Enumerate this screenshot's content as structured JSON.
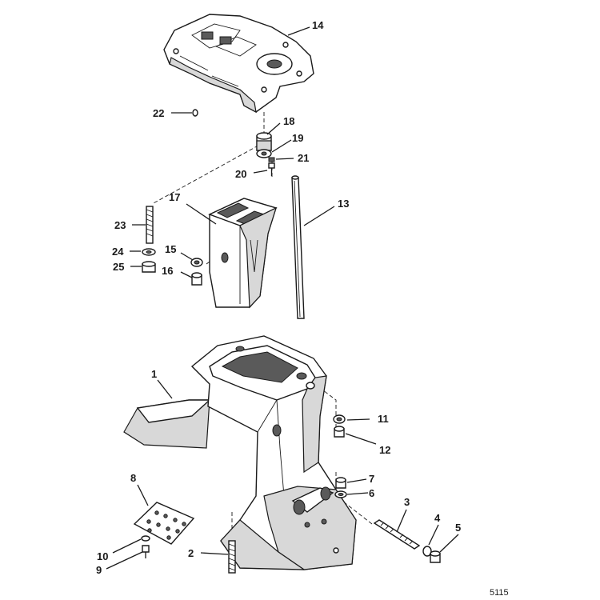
{
  "figure": {
    "number": "5115"
  },
  "callouts": {
    "c1": "1",
    "c2": "2",
    "c3": "3",
    "c4": "4",
    "c5": "5",
    "c6": "6",
    "c7": "7",
    "c8": "8",
    "c9": "9",
    "c10": "10",
    "c11": "11",
    "c12": "12",
    "c13": "13",
    "c14": "14",
    "c15": "15",
    "c16": "16",
    "c17": "17",
    "c18": "18",
    "c19": "19",
    "c20": "20",
    "c21": "21",
    "c22": "22",
    "c23": "23",
    "c24": "24",
    "c25": "25"
  }
}
